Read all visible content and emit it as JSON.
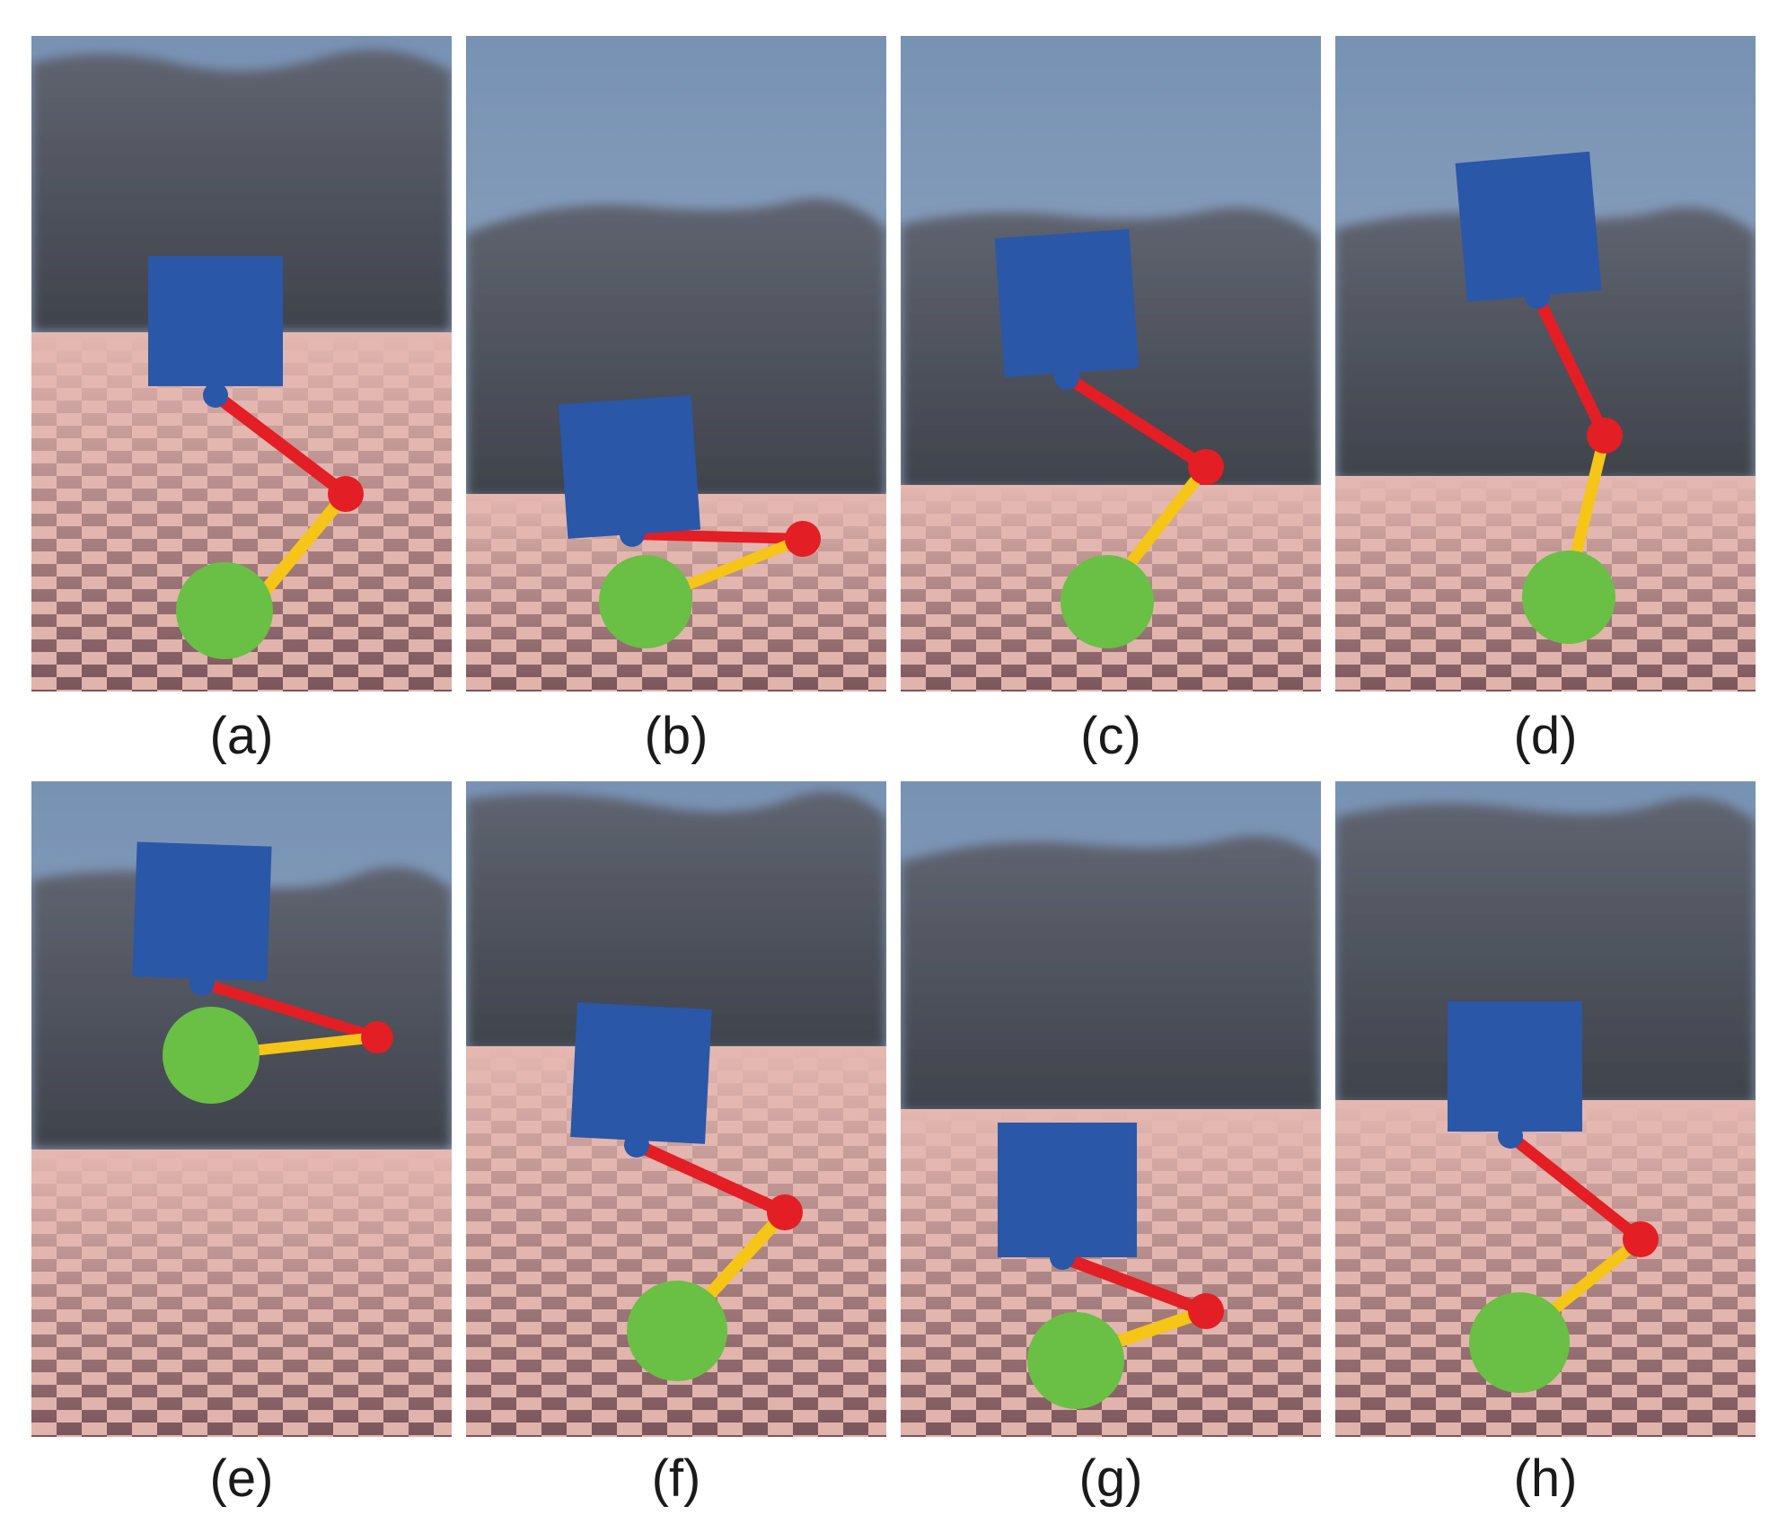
{
  "panels": [
    {
      "label": "(a)"
    },
    {
      "label": "(b)"
    },
    {
      "label": "(c)"
    },
    {
      "label": "(d)"
    },
    {
      "label": "(e)"
    },
    {
      "label": "(f)"
    },
    {
      "label": "(g)"
    },
    {
      "label": "(h)"
    }
  ],
  "colors": {
    "sky": "#7f96b4",
    "mountain": "#4e525a",
    "floor_light": "#e3b7b0",
    "floor_dark": "#6e4e54",
    "body": "#2a57a8",
    "thigh": "#e31e24",
    "shin": "#f5c518",
    "foot": "#6abf45"
  }
}
